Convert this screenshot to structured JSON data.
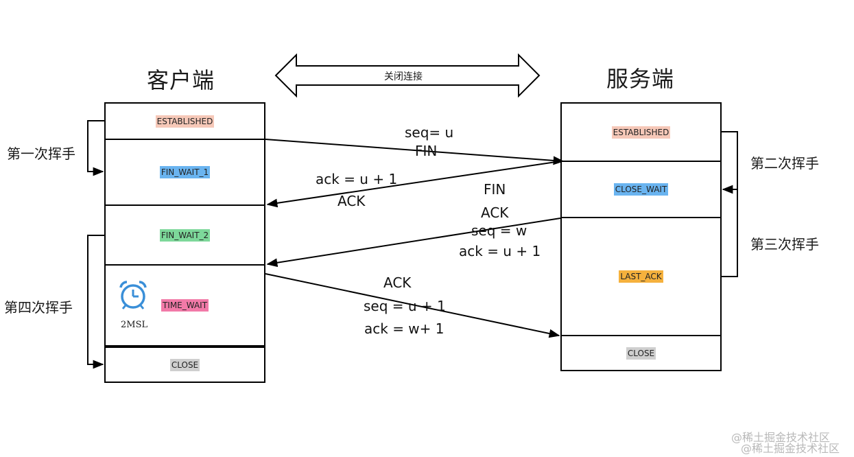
{
  "header": {
    "client_title": "客户端",
    "server_title": "服务端",
    "banner_label": "关闭连接"
  },
  "client_states": [
    {
      "label": "ESTABLISHED",
      "color": "#f6c8b8"
    },
    {
      "label": "FIN_WAIT_1",
      "color": "#6ab4f0"
    },
    {
      "label": "FIN_WAIT_2",
      "color": "#7dd89a"
    },
    {
      "label": "TIME_WAIT",
      "color": "#f27aa8"
    },
    {
      "label": "CLOSE",
      "color": "#cfcfcf"
    }
  ],
  "server_states": [
    {
      "label": "ESTABLISHED",
      "color": "#f6c8b8"
    },
    {
      "label": "CLOSE_WAIT",
      "color": "#6ab4f0"
    },
    {
      "label": "LAST_ACK",
      "color": "#f5b13d"
    },
    {
      "label": "CLOSE",
      "color": "#cfcfcf"
    }
  ],
  "timer": {
    "icon": "alarm-clock-icon",
    "label": "2MSL",
    "color": "#3a8fd8"
  },
  "handshakes": {
    "first": "第一次挥手",
    "second": "第二次挥手",
    "third": "第三次挥手",
    "fourth": "第四次挥手"
  },
  "messages": {
    "m1_line1": "seq= u",
    "m1_line2": "FIN",
    "m2_line1": "ack  = u + 1",
    "m2_line2": "ACK",
    "m3_line1": "FIN",
    "m3_line2": "ACK",
    "m3_line3": "seq = w",
    "m3_line4": "ack = u + 1",
    "m4_line1": "ACK",
    "m4_line2": "seq = u + 1",
    "m4_line3": "ack = w+ 1"
  },
  "watermark": {
    "line1": "@稀土掘金技术社区",
    "line2": "@稀土掘金技术社区"
  }
}
